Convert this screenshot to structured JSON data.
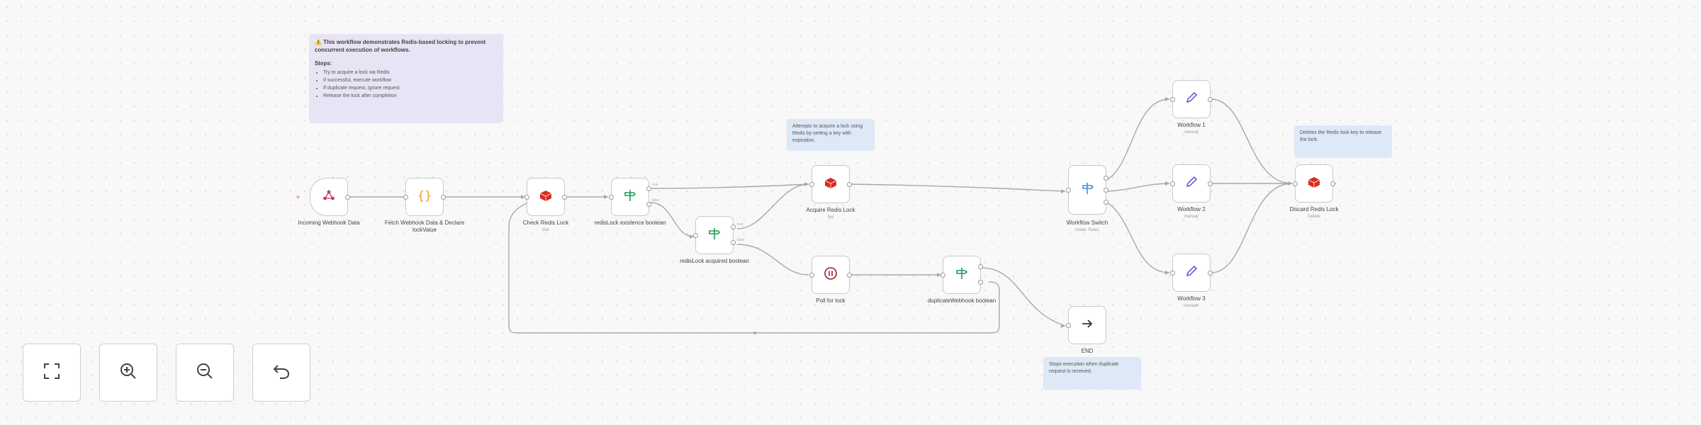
{
  "sticky_main": {
    "title": "⚠️ This workflow demonstrates Redis-based locking to prevent concurrent execution of workflows.",
    "steps_heading": "Steps:",
    "steps": [
      "Try to acquire a lock via Redis",
      "If successful, execute workflow",
      "If duplicate request, ignore request",
      "Release the lock after completion"
    ]
  },
  "notes": {
    "acquire": "Attempts to acquire a lock using Redis by setting a key with expiration.",
    "discard": "Deletes the Redis lock key to release the lock.",
    "end": "Stops execution when duplicate request is received."
  },
  "nodes": {
    "webhook": {
      "label": "Incoming Webhook Data",
      "icon": "webhook-icon"
    },
    "fetch": {
      "label": "Fetch Webhook Data & Declare lockValue",
      "icon": "code-braces-icon"
    },
    "check_redis": {
      "label": "Check Redis Lock",
      "sub": "Get",
      "icon": "redis-icon"
    },
    "lock_exists": {
      "label": "redisLock existence boolean",
      "icon": "if-icon"
    },
    "lock_acquired": {
      "label": "redisLock acquired boolean",
      "icon": "if-icon"
    },
    "acquire": {
      "label": "Acquire Redis Lock",
      "sub": "Set",
      "icon": "redis-icon"
    },
    "poll": {
      "label": "Poll for lock",
      "icon": "pause-icon"
    },
    "duplicate": {
      "label": "duplicateWebhook boolean",
      "icon": "if-icon"
    },
    "switch": {
      "label": "Workflow Switch",
      "sub": "mode: Rules",
      "icon": "switch-icon"
    },
    "wf1": {
      "label": "Workflow 1",
      "sub": "manual",
      "icon": "pencil-icon"
    },
    "wf2": {
      "label": "Workflow 2",
      "sub": "manual",
      "icon": "pencil-icon"
    },
    "wf3": {
      "label": "Workflow 3",
      "sub": "manual",
      "icon": "pencil-icon"
    },
    "end": {
      "label": "END",
      "icon": "arrow-right-icon"
    },
    "discard": {
      "label": "Discard Redis Lock",
      "sub": "Delete",
      "icon": "redis-icon"
    }
  },
  "port_labels": {
    "true": "true",
    "false": "false"
  },
  "controls": [
    "fit-view-icon",
    "zoom-in-icon",
    "zoom-out-icon",
    "undo-icon"
  ],
  "colors": {
    "redis": "#d82c20",
    "if": "#1f9b54",
    "pencil": "#5b4bd6",
    "code": "#f0a020",
    "pause": "#9b1c2a",
    "switch": "#3d8ee0"
  }
}
